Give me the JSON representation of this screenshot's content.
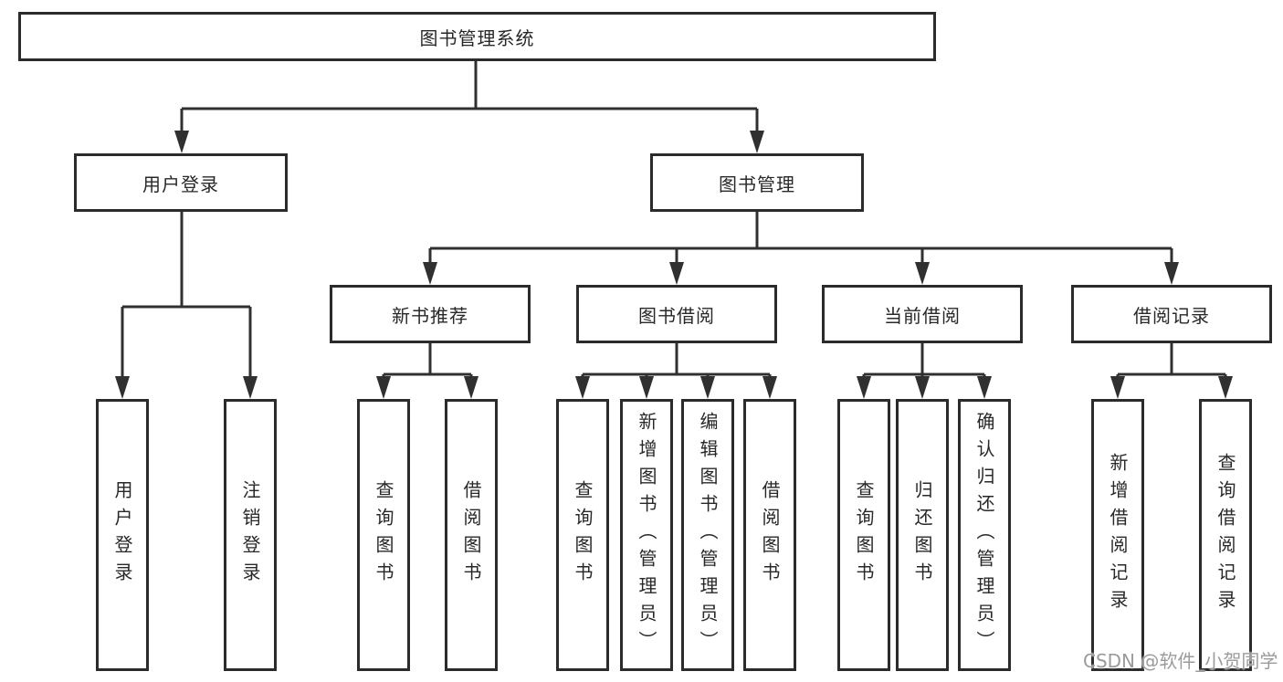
{
  "tree": {
    "root": {
      "label": "图书管理系统"
    },
    "level2": [
      {
        "label": "用户登录",
        "leaves": [
          "用户登录",
          "注销登录"
        ]
      },
      {
        "label": "图书管理",
        "sections": [
          {
            "label": "新书推荐",
            "leaves": [
              "查询图书",
              "借阅图书"
            ]
          },
          {
            "label": "图书借阅",
            "leaves": [
              "查询图书",
              "新增图书（管理员）",
              "编辑图书（管理员）",
              "借阅图书"
            ]
          },
          {
            "label": "当前借阅",
            "leaves": [
              "查询图书",
              "归还图书",
              "确认归还（管理员）"
            ]
          },
          {
            "label": "借阅记录",
            "leaves": [
              "新增借阅记录",
              "查询借阅记录"
            ]
          }
        ]
      }
    ]
  },
  "watermark": {
    "text": "CSDN @软件_小贺同学"
  },
  "colors": {
    "line": "#303030",
    "box_border": "#2b2b2b",
    "text": "#282828",
    "watermark": "#9b9b9b",
    "background": "#ffffff"
  }
}
